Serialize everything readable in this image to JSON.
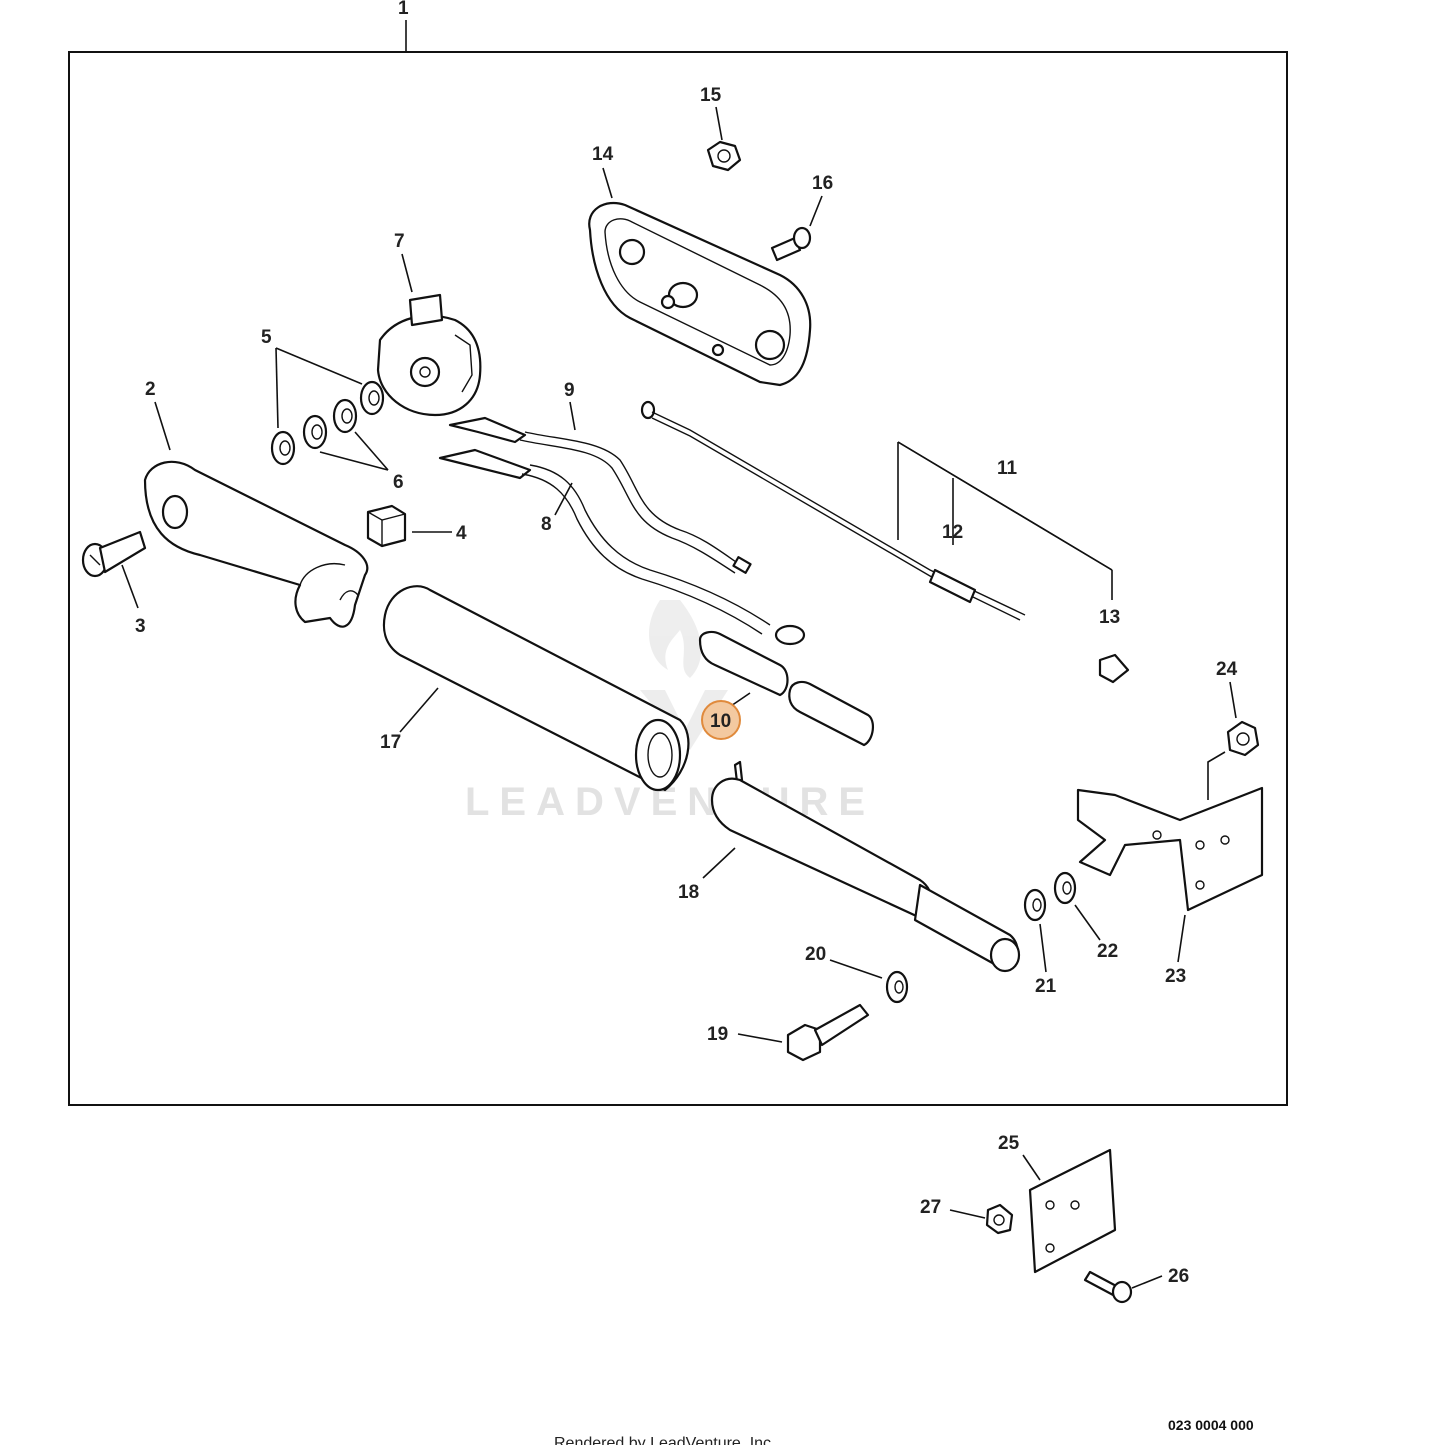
{
  "diagram": {
    "assembly_label": "1",
    "watermark": "LEADVENTURE",
    "drawing_ref": "023 0004 000",
    "footer": "Rendered by LeadVenture, Inc.",
    "highlight_color": "#f0b27a",
    "callouts": {
      "c2": "2",
      "c3": "3",
      "c4": "4",
      "c5": "5",
      "c6": "6",
      "c7": "7",
      "c8": "8",
      "c9": "9",
      "c10": "10",
      "c11": "11",
      "c12": "12",
      "c13": "13",
      "c14": "14",
      "c15": "15",
      "c16": "16",
      "c17": "17",
      "c18": "18",
      "c19": "19",
      "c20": "20",
      "c21": "21",
      "c22": "22",
      "c23": "23",
      "c24": "24",
      "c25": "25",
      "c26": "26",
      "c27": "27"
    },
    "selected_callout": "10"
  }
}
